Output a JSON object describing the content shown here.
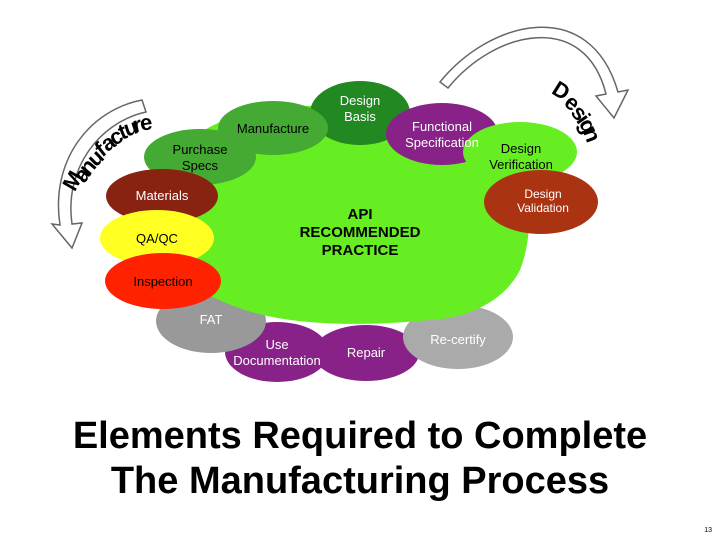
{
  "colors": {
    "center": "#66ee22",
    "design_basis": "#228822",
    "manufacture": "#44aa33",
    "functional_spec": "#882288",
    "design_verification": "#66ee22",
    "design_validation": "#aa3311",
    "purchase_specs": "#44aa33",
    "materials": "#882211",
    "qa_qc": "#ffff22",
    "inspection": "#ff2200",
    "fat": "#999999",
    "use_documentation": "#882288",
    "repair": "#882288",
    "recertify": "#aaaaaa",
    "arrow_fill": "#ffffff",
    "arrow_stroke": "#666666"
  },
  "diagram": {
    "center_label": "API\nRECOMMENDED\nPRACTICE",
    "nodes": {
      "design_basis": "Design\nBasis",
      "manufacture": "Manufacture",
      "functional_spec": "Functional\nSpecification",
      "design_verification": "Design\nVerification",
      "design_validation": "Design\nValidation",
      "purchase_specs": "Purchase\nSpecs",
      "materials": "Materials",
      "qa_qc": "QA/QC",
      "inspection": "Inspection",
      "fat": "FAT",
      "use_documentation": "Use\nDocumentation",
      "repair": "Repair",
      "recertify": "Re-certify"
    },
    "arc_design_letters": [
      "D",
      "e",
      "s",
      "i",
      "g",
      "n"
    ],
    "arc_manufacture_letters": [
      "M",
      "a",
      "n",
      "u",
      "f",
      "a",
      "c",
      "t",
      "u",
      "r",
      "e"
    ]
  },
  "title": "Elements Required to Complete\nThe Manufacturing Process",
  "page_number": "13"
}
